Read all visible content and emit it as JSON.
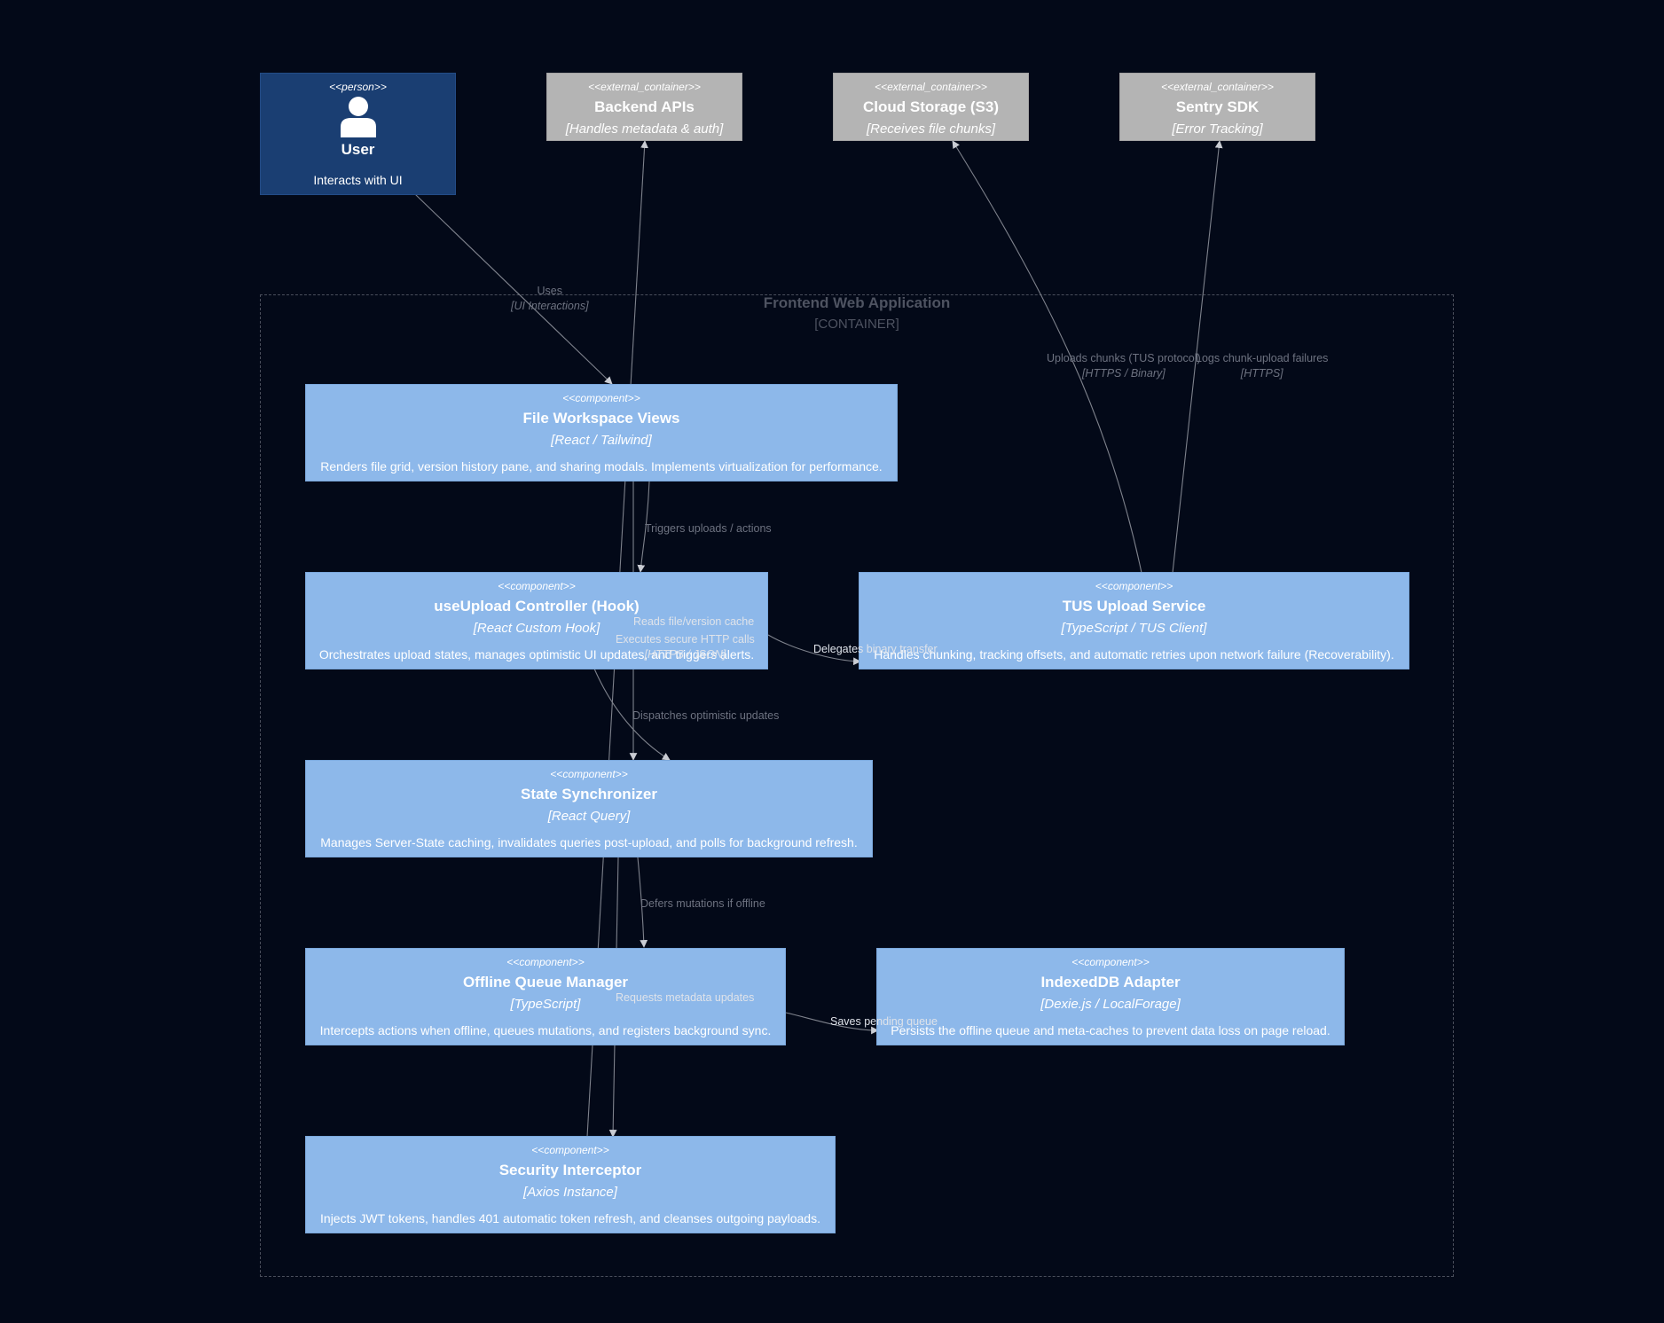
{
  "boundary": {
    "title": "Frontend Web Application",
    "subtitle": "[CONTAINER]"
  },
  "person": {
    "stereotype": "<<person>>",
    "name": "User",
    "description": "Interacts with UI",
    "icon": "person-icon"
  },
  "externals": [
    {
      "stereotype": "<<external_container>>",
      "name": "Backend APIs",
      "technology": "[Handles metadata & auth]"
    },
    {
      "stereotype": "<<external_container>>",
      "name": "Cloud Storage (S3)",
      "technology": "[Receives file chunks]"
    },
    {
      "stereotype": "<<external_container>>",
      "name": "Sentry SDK",
      "technology": "[Error Tracking]"
    }
  ],
  "components": [
    {
      "stereotype": "<<component>>",
      "name": "File Workspace Views",
      "technology": "[React / Tailwind]",
      "description": "Renders file grid, version history pane, and sharing modals. Implements virtualization for performance."
    },
    {
      "stereotype": "<<component>>",
      "name": "useUpload Controller (Hook)",
      "technology": "[React Custom Hook]",
      "description": "Orchestrates upload states, manages optimistic UI updates, and triggers alerts."
    },
    {
      "stereotype": "<<component>>",
      "name": "TUS Upload Service",
      "technology": "[TypeScript / TUS Client]",
      "description": "Handles chunking, tracking offsets, and automatic retries upon network failure (Recoverability)."
    },
    {
      "stereotype": "<<component>>",
      "name": "State Synchronizer",
      "technology": "[React Query]",
      "description": "Manages Server-State caching, invalidates queries post-upload, and polls for background refresh."
    },
    {
      "stereotype": "<<component>>",
      "name": "Offline Queue Manager",
      "technology": "[TypeScript]",
      "description": "Intercepts actions when offline, queues mutations, and registers background sync."
    },
    {
      "stereotype": "<<component>>",
      "name": "IndexedDB Adapter",
      "technology": "[Dexie.js / LocalForage]",
      "description": "Persists the offline queue and meta-caches to prevent data loss on page reload."
    },
    {
      "stereotype": "<<component>>",
      "name": "Security Interceptor",
      "technology": "[Axios Instance]",
      "description": "Injects JWT tokens, handles 401 automatic token refresh, and cleanses outgoing payloads."
    }
  ],
  "relations": {
    "uses": {
      "label": "Uses",
      "technology": "[UI Interactions]"
    },
    "uploads_chunks": {
      "label": "Uploads chunks (TUS protocol)",
      "technology": "[HTTPS / Binary]"
    },
    "logs_failures": {
      "label": "Logs chunk-upload failures",
      "technology": "[HTTPS]"
    },
    "triggers": {
      "label": "Triggers uploads / actions"
    },
    "reads_cache": {
      "label": "Reads file/version cache"
    },
    "executes_http": {
      "label": "Executes secure HTTP calls",
      "technology": "[HTTPS / JSON]"
    },
    "delegates": {
      "label": "Delegates binary transfer"
    },
    "dispatches": {
      "label": "Dispatches optimistic updates"
    },
    "defers": {
      "label": "Defers mutations if offline"
    },
    "requests_metadata": {
      "label": "Requests metadata updates"
    },
    "saves_queue": {
      "label": "Saves pending queue"
    }
  },
  "colors": {
    "background": "#030918",
    "person": "#1a3e72",
    "external": "#b4b4b4",
    "component": "#8db8ea",
    "edge": "#8c909a"
  }
}
